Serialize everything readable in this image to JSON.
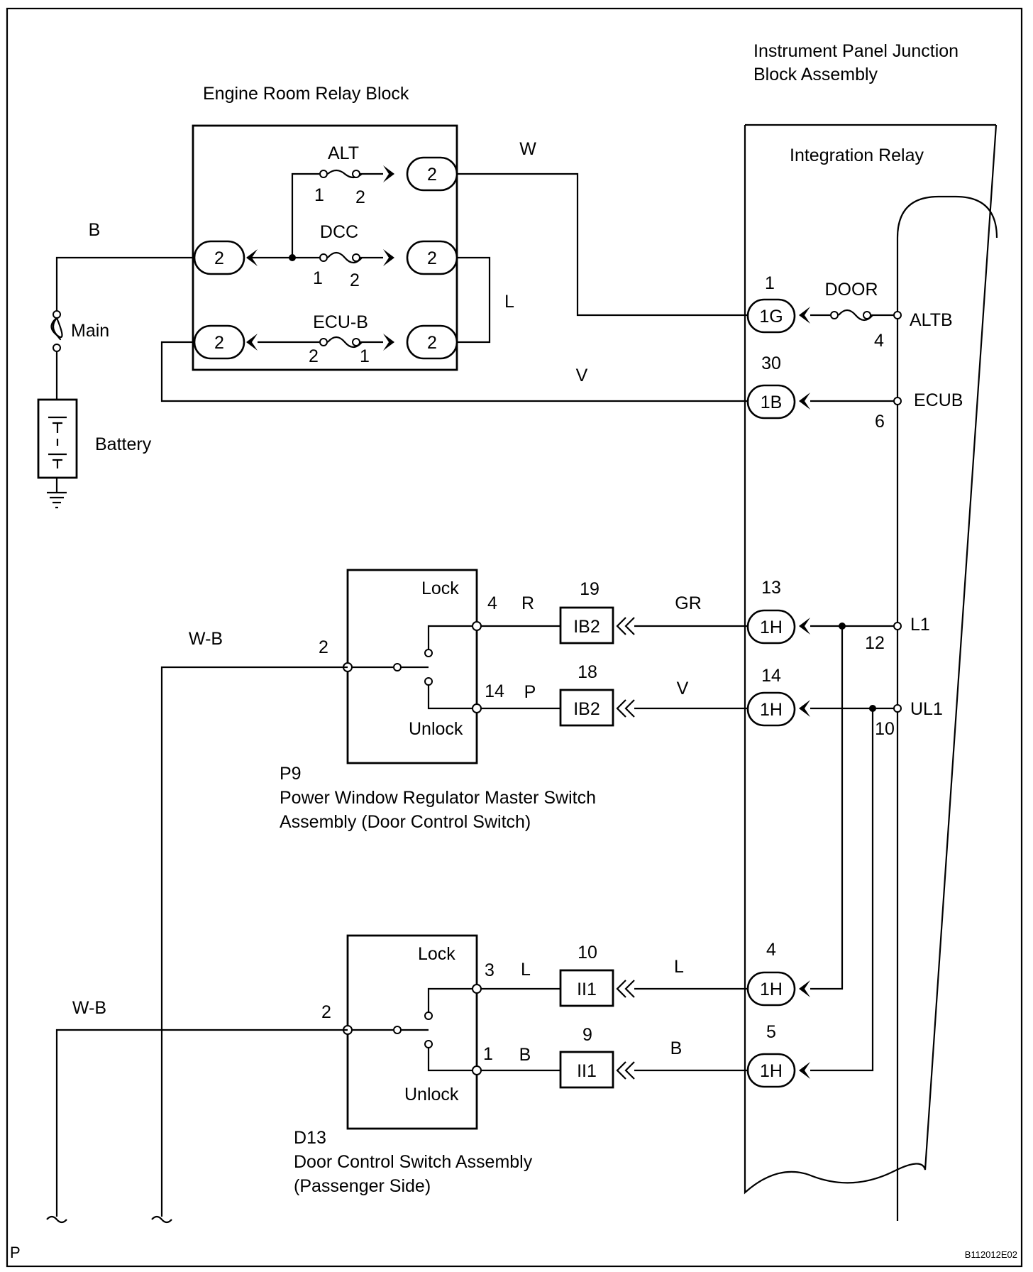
{
  "diagram": {
    "title_ir_block": "Engine Room Relay Block",
    "title_ipjb_line1": "Instrument Panel Junction",
    "title_ipjb_line2": "Block Assembly",
    "integration_relay": "Integration Relay",
    "fuses": {
      "alt": "ALT",
      "dcc": "DCC",
      "ecub": "ECU-B",
      "door": "DOOR",
      "main": "Main"
    },
    "battery": "Battery",
    "wires": {
      "b_top": "B",
      "w": "W",
      "l": "L",
      "v_top": "V",
      "wb1": "W-B",
      "wb2": "W-B",
      "r": "R",
      "p": "P",
      "gr": "GR",
      "v_mid": "V",
      "l_low": "L",
      "l_low2": "L",
      "b_low": "B",
      "b_low2": "B"
    },
    "connectors": {
      "c2": "2",
      "c1g": "1G",
      "c1b": "1B",
      "c1h": "1H",
      "ib2": "IB2",
      "ii1": "II1"
    },
    "relay_terminals": {
      "altb": "ALTB",
      "ecub": "ECUB",
      "l1": "L1",
      "ul1": "UL1"
    },
    "pins": {
      "alt1": "1",
      "alt2": "2",
      "dcc1": "1",
      "dcc2": "2",
      "ecub2": "2",
      "ecub1": "1",
      "p1g": "1",
      "p30": "30",
      "p4": "4",
      "p6": "6",
      "p13": "13",
      "p14": "14",
      "p12": "12",
      "p10": "10",
      "p19": "19",
      "p18": "18",
      "sw1_4": "4",
      "sw1_14": "14",
      "sw1_2": "2",
      "p4b": "4",
      "p5": "5",
      "p10b": "10",
      "p9": "9",
      "sw2_3": "3",
      "sw2_1": "1",
      "sw2_2": "2"
    },
    "switch1": {
      "lock": "Lock",
      "unlock": "Unlock",
      "code": "P9",
      "name1": "Power Window Regulator Master Switch",
      "name2": "Assembly (Door Control Switch)"
    },
    "switch2": {
      "lock": "Lock",
      "unlock": "Unlock",
      "code": "D13",
      "name1": "Door Control Switch Assembly",
      "name2": "(Passenger Side)"
    },
    "footer_left": "P",
    "footer_right": "B112012E02"
  }
}
